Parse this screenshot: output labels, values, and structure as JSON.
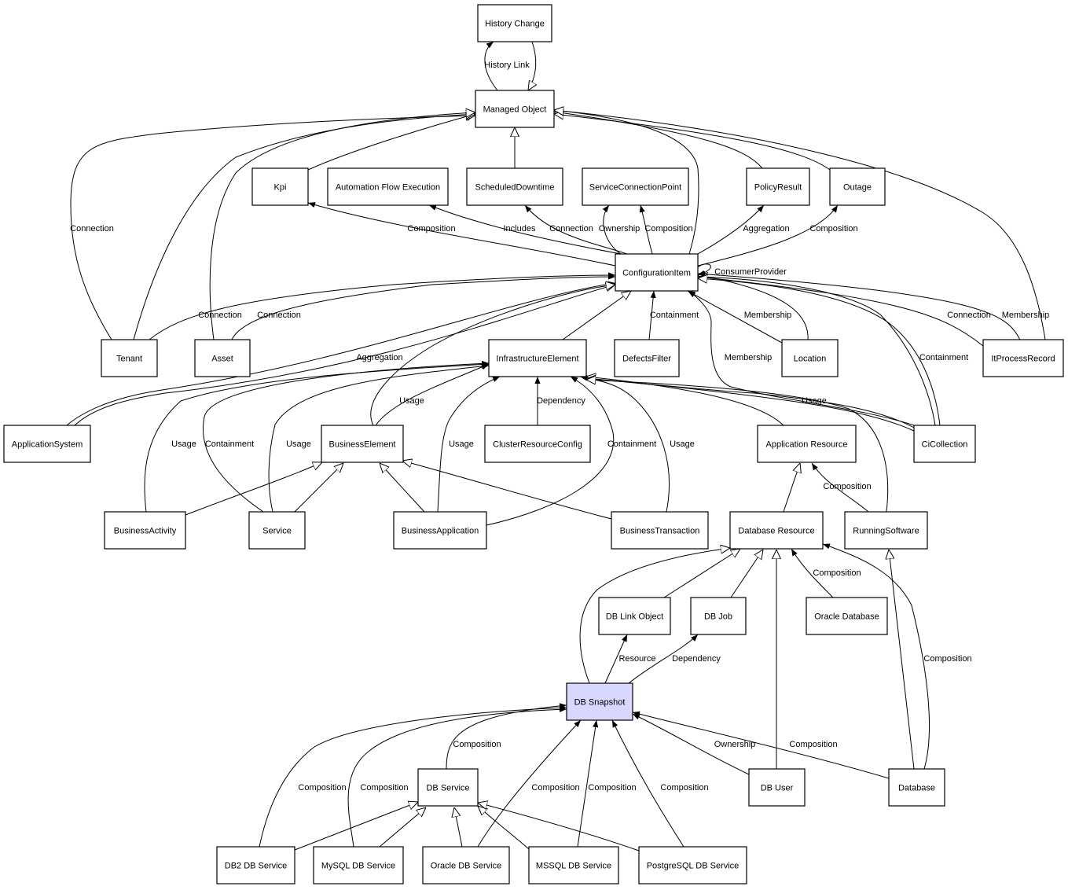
{
  "highlight_color": "#d8d8ff",
  "nodes": [
    {
      "id": "history_change",
      "label": "History Change"
    },
    {
      "id": "managed_object",
      "label": "Managed Object"
    },
    {
      "id": "kpi",
      "label": "Kpi"
    },
    {
      "id": "automation_flow_execution",
      "label": "Automation Flow Execution"
    },
    {
      "id": "scheduled_downtime",
      "label": "ScheduledDowntime"
    },
    {
      "id": "service_connection_point",
      "label": "ServiceConnectionPoint"
    },
    {
      "id": "policy_result",
      "label": "PolicyResult"
    },
    {
      "id": "outage",
      "label": "Outage"
    },
    {
      "id": "configuration_item",
      "label": "ConfigurationItem"
    },
    {
      "id": "tenant",
      "label": "Tenant"
    },
    {
      "id": "asset",
      "label": "Asset"
    },
    {
      "id": "infrastructure_element",
      "label": "InfrastructureElement"
    },
    {
      "id": "defects_filter",
      "label": "DefectsFilter"
    },
    {
      "id": "location",
      "label": "Location"
    },
    {
      "id": "it_process_record",
      "label": "ItProcessRecord"
    },
    {
      "id": "application_system",
      "label": "ApplicationSystem"
    },
    {
      "id": "business_element",
      "label": "BusinessElement"
    },
    {
      "id": "cluster_resource_config",
      "label": "ClusterResourceConfig"
    },
    {
      "id": "application_resource",
      "label": "Application Resource"
    },
    {
      "id": "ci_collection",
      "label": "CiCollection"
    },
    {
      "id": "business_activity",
      "label": "BusinessActivity"
    },
    {
      "id": "service",
      "label": "Service"
    },
    {
      "id": "business_application",
      "label": "BusinessApplication"
    },
    {
      "id": "business_transaction",
      "label": "BusinessTransaction"
    },
    {
      "id": "database_resource",
      "label": "Database Resource"
    },
    {
      "id": "running_software",
      "label": "RunningSoftware"
    },
    {
      "id": "db_link_object",
      "label": "DB Link Object"
    },
    {
      "id": "db_job",
      "label": "DB Job"
    },
    {
      "id": "oracle_database",
      "label": "Oracle Database"
    },
    {
      "id": "db_snapshot",
      "label": "DB Snapshot",
      "highlighted": true
    },
    {
      "id": "db_service",
      "label": "DB Service"
    },
    {
      "id": "db_user",
      "label": "DB User"
    },
    {
      "id": "database",
      "label": "Database"
    },
    {
      "id": "db2_db_service",
      "label": "DB2 DB Service"
    },
    {
      "id": "mysql_db_service",
      "label": "MySQL DB Service"
    },
    {
      "id": "oracle_db_service",
      "label": "Oracle DB Service"
    },
    {
      "id": "mssql_db_service",
      "label": "MSSQL DB Service"
    },
    {
      "id": "postgresql_db_service",
      "label": "PostgreSQL DB Service"
    }
  ],
  "edges": [
    {
      "id": "e_history_link",
      "from": "managed_object",
      "to": "history_change",
      "label": "History Link",
      "head": "filled"
    },
    {
      "id": "e_history_change_inherit",
      "from": "history_change",
      "to": "managed_object",
      "label": "",
      "head": "hollow"
    },
    {
      "id": "e_kpi_inherit",
      "from": "kpi",
      "to": "managed_object",
      "label": "",
      "head": "hollow"
    },
    {
      "id": "e_sd_inherit",
      "from": "scheduled_downtime",
      "to": "managed_object",
      "label": "",
      "head": "hollow"
    },
    {
      "id": "e_pr_inherit",
      "from": "policy_result",
      "to": "managed_object",
      "label": "",
      "head": "hollow"
    },
    {
      "id": "e_outage_inherit",
      "from": "outage",
      "to": "managed_object",
      "label": "",
      "head": "hollow"
    },
    {
      "id": "e_ci_inherit_mo",
      "from": "configuration_item",
      "to": "managed_object",
      "label": "",
      "head": "hollow"
    },
    {
      "id": "e_itpr_inherit_mo",
      "from": "it_process_record",
      "to": "managed_object",
      "label": "",
      "head": "hollow"
    },
    {
      "id": "e_tenant_connection",
      "from": "tenant",
      "to": "managed_object",
      "label": "Connection",
      "head": "hollow"
    },
    {
      "id": "e_tenant_inherit",
      "from": "tenant",
      "to": "managed_object",
      "label": "",
      "head": "hollow"
    },
    {
      "id": "e_asset_inherit",
      "from": "asset",
      "to": "managed_object",
      "label": "",
      "head": "hollow"
    },
    {
      "id": "e_ci_kpi",
      "from": "configuration_item",
      "to": "kpi",
      "label": "Composition",
      "head": "filled"
    },
    {
      "id": "e_ci_afe",
      "from": "configuration_item",
      "to": "automation_flow_execution",
      "label": "Includes",
      "head": "filled"
    },
    {
      "id": "e_ci_sd",
      "from": "configuration_item",
      "to": "scheduled_downtime",
      "label": "Connection",
      "head": "filled"
    },
    {
      "id": "e_ci_scp_own",
      "from": "configuration_item",
      "to": "service_connection_point",
      "label": "Ownership",
      "head": "filled"
    },
    {
      "id": "e_ci_scp_comp",
      "from": "configuration_item",
      "to": "service_connection_point",
      "label": "Composition",
      "head": "filled"
    },
    {
      "id": "e_ci_pr",
      "from": "configuration_item",
      "to": "policy_result",
      "label": "Aggregation",
      "head": "filled"
    },
    {
      "id": "e_ci_outage",
      "from": "configuration_item",
      "to": "outage",
      "label": "Composition",
      "head": "filled"
    },
    {
      "id": "e_ci_self",
      "from": "configuration_item",
      "to": "configuration_item",
      "label": "ConsumerProvider",
      "head": "filled"
    },
    {
      "id": "e_tenant_ci",
      "from": "tenant",
      "to": "configuration_item",
      "label": "Connection",
      "head": "filled"
    },
    {
      "id": "e_asset_ci",
      "from": "asset",
      "to": "configuration_item",
      "label": "Connection",
      "head": "filled"
    },
    {
      "id": "e_as_ci",
      "from": "application_system",
      "to": "configuration_item",
      "label": "Aggregation",
      "head": "filled"
    },
    {
      "id": "e_as_ci_inherit",
      "from": "application_system",
      "to": "configuration_item",
      "label": "",
      "head": "hollow"
    },
    {
      "id": "e_ie_ci",
      "from": "infrastructure_element",
      "to": "configuration_item",
      "label": "",
      "head": "hollow"
    },
    {
      "id": "e_df_ci",
      "from": "defects_filter",
      "to": "configuration_item",
      "label": "Containment",
      "head": "filled"
    },
    {
      "id": "e_loc_ci_member",
      "from": "location",
      "to": "configuration_item",
      "label": "Membership",
      "head": "filled"
    },
    {
      "id": "e_loc_ci_inherit",
      "from": "location",
      "to": "configuration_item",
      "label": "",
      "head": "hollow"
    },
    {
      "id": "e_itpr_ci_conn",
      "from": "it_process_record",
      "to": "configuration_item",
      "label": "Connection",
      "head": "filled"
    },
    {
      "id": "e_itpr_ci_member",
      "from": "it_process_record",
      "to": "configuration_item",
      "label": "Membership",
      "head": "filled"
    },
    {
      "id": "e_cc_ci_member",
      "from": "ci_collection",
      "to": "configuration_item",
      "label": "Membership",
      "head": "filled"
    },
    {
      "id": "e_cc_ci_cont",
      "from": "ci_collection",
      "to": "configuration_item",
      "label": "Containment",
      "head": "filled"
    },
    {
      "id": "e_cc_ci_inherit",
      "from": "ci_collection",
      "to": "configuration_item",
      "label": "",
      "head": "hollow"
    },
    {
      "id": "e_be_ci_inherit",
      "from": "business_element",
      "to": "configuration_item",
      "label": "",
      "head": "hollow"
    },
    {
      "id": "e_be_ie",
      "from": "business_element",
      "to": "infrastructure_element",
      "label": "Usage",
      "head": "filled"
    },
    {
      "id": "e_ba_ie",
      "from": "business_activity",
      "to": "infrastructure_element",
      "label": "Usage",
      "head": "filled"
    },
    {
      "id": "e_svc_ie_cont",
      "from": "service",
      "to": "infrastructure_element",
      "label": "Containment",
      "head": "filled"
    },
    {
      "id": "e_svc_ie_usage",
      "from": "service",
      "to": "infrastructure_element",
      "label": "Usage",
      "head": "filled"
    },
    {
      "id": "e_bapp_ie_usage",
      "from": "business_application",
      "to": "infrastructure_element",
      "label": "Usage",
      "head": "filled"
    },
    {
      "id": "e_bapp_ie_cont",
      "from": "business_application",
      "to": "infrastructure_element",
      "label": "Containment",
      "head": "filled"
    },
    {
      "id": "e_crc_ie",
      "from": "cluster_resource_config",
      "to": "infrastructure_element",
      "label": "Dependency",
      "head": "filled"
    },
    {
      "id": "e_bt_ie",
      "from": "business_transaction",
      "to": "infrastructure_element",
      "label": "Usage",
      "head": "filled"
    },
    {
      "id": "e_ar_ie_inherit",
      "from": "application_resource",
      "to": "infrastructure_element",
      "label": "",
      "head": "hollow"
    },
    {
      "id": "e_cc_ie_usage",
      "from": "ci_collection",
      "to": "infrastructure_element",
      "label": "Usage",
      "head": "filled"
    },
    {
      "id": "e_cc_ie_inherit",
      "from": "ci_collection",
      "to": "infrastructure_element",
      "label": "",
      "head": "hollow"
    },
    {
      "id": "e_rs_ie_inherit",
      "from": "running_software",
      "to": "infrastructure_element",
      "label": "",
      "head": "hollow"
    },
    {
      "id": "e_bact_be",
      "from": "business_activity",
      "to": "business_element",
      "label": "",
      "head": "hollow"
    },
    {
      "id": "e_svc_be",
      "from": "service",
      "to": "business_element",
      "label": "",
      "head": "hollow"
    },
    {
      "id": "e_bapp_be",
      "from": "business_application",
      "to": "business_element",
      "label": "",
      "head": "hollow"
    },
    {
      "id": "e_btx_be",
      "from": "business_transaction",
      "to": "business_element",
      "label": "",
      "head": "hollow"
    },
    {
      "id": "e_dr_ar",
      "from": "database_resource",
      "to": "application_resource",
      "label": "",
      "head": "hollow"
    },
    {
      "id": "e_rs_ar",
      "from": "running_software",
      "to": "application_resource",
      "label": "Composition",
      "head": "filled"
    },
    {
      "id": "e_dbl_dr",
      "from": "db_link_object",
      "to": "database_resource",
      "label": "",
      "head": "hollow"
    },
    {
      "id": "e_dbj_dr",
      "from": "db_job",
      "to": "database_resource",
      "label": "",
      "head": "hollow"
    },
    {
      "id": "e_od_dr",
      "from": "oracle_database",
      "to": "database_resource",
      "label": "Composition",
      "head": "filled"
    },
    {
      "id": "e_dbs_dr",
      "from": "db_snapshot",
      "to": "database_resource",
      "label": "",
      "head": "hollow"
    },
    {
      "id": "e_dbu_dr",
      "from": "db_user",
      "to": "database_resource",
      "label": "",
      "head": "hollow"
    },
    {
      "id": "e_db_dr",
      "from": "database",
      "to": "database_resource",
      "label": "Composition",
      "head": "filled"
    },
    {
      "id": "e_db_rs",
      "from": "database",
      "to": "running_software",
      "label": "",
      "head": "hollow"
    },
    {
      "id": "e_snap_dbl",
      "from": "db_snapshot",
      "to": "db_link_object",
      "label": "Resource",
      "head": "filled"
    },
    {
      "id": "e_snap_dbj",
      "from": "db_snapshot",
      "to": "db_job",
      "label": "Dependency",
      "head": "filled"
    },
    {
      "id": "e_dbsvc_snap",
      "from": "db_service",
      "to": "db_snapshot",
      "label": "Composition",
      "head": "filled"
    },
    {
      "id": "e_db2_snap",
      "from": "db2_db_service",
      "to": "db_snapshot",
      "label": "Composition",
      "head": "filled"
    },
    {
      "id": "e_mysql_snap",
      "from": "mysql_db_service",
      "to": "db_snapshot",
      "label": "Composition",
      "head": "filled"
    },
    {
      "id": "e_ora_snap",
      "from": "oracle_db_service",
      "to": "db_snapshot",
      "label": "Composition",
      "head": "filled"
    },
    {
      "id": "e_mssql_snap",
      "from": "mssql_db_service",
      "to": "db_snapshot",
      "label": "Composition",
      "head": "filled"
    },
    {
      "id": "e_pg_snap",
      "from": "postgresql_db_service",
      "to": "db_snapshot",
      "label": "Composition",
      "head": "filled"
    },
    {
      "id": "e_dbu_snap",
      "from": "db_user",
      "to": "db_snapshot",
      "label": "Ownership",
      "head": "filled"
    },
    {
      "id": "e_database_snap",
      "from": "database",
      "to": "db_snapshot",
      "label": "Composition",
      "head": "filled"
    },
    {
      "id": "e_db2_dbsvc",
      "from": "db2_db_service",
      "to": "db_service",
      "label": "",
      "head": "hollow"
    },
    {
      "id": "e_mysql_dbsvc",
      "from": "mysql_db_service",
      "to": "db_service",
      "label": "",
      "head": "hollow"
    },
    {
      "id": "e_ora_dbsvc",
      "from": "oracle_db_service",
      "to": "db_service",
      "label": "",
      "head": "hollow"
    },
    {
      "id": "e_mssql_dbsvc",
      "from": "mssql_db_service",
      "to": "db_service",
      "label": "",
      "head": "hollow"
    },
    {
      "id": "e_pg_dbsvc",
      "from": "postgresql_db_service",
      "to": "db_service",
      "label": "",
      "head": "hollow"
    }
  ]
}
